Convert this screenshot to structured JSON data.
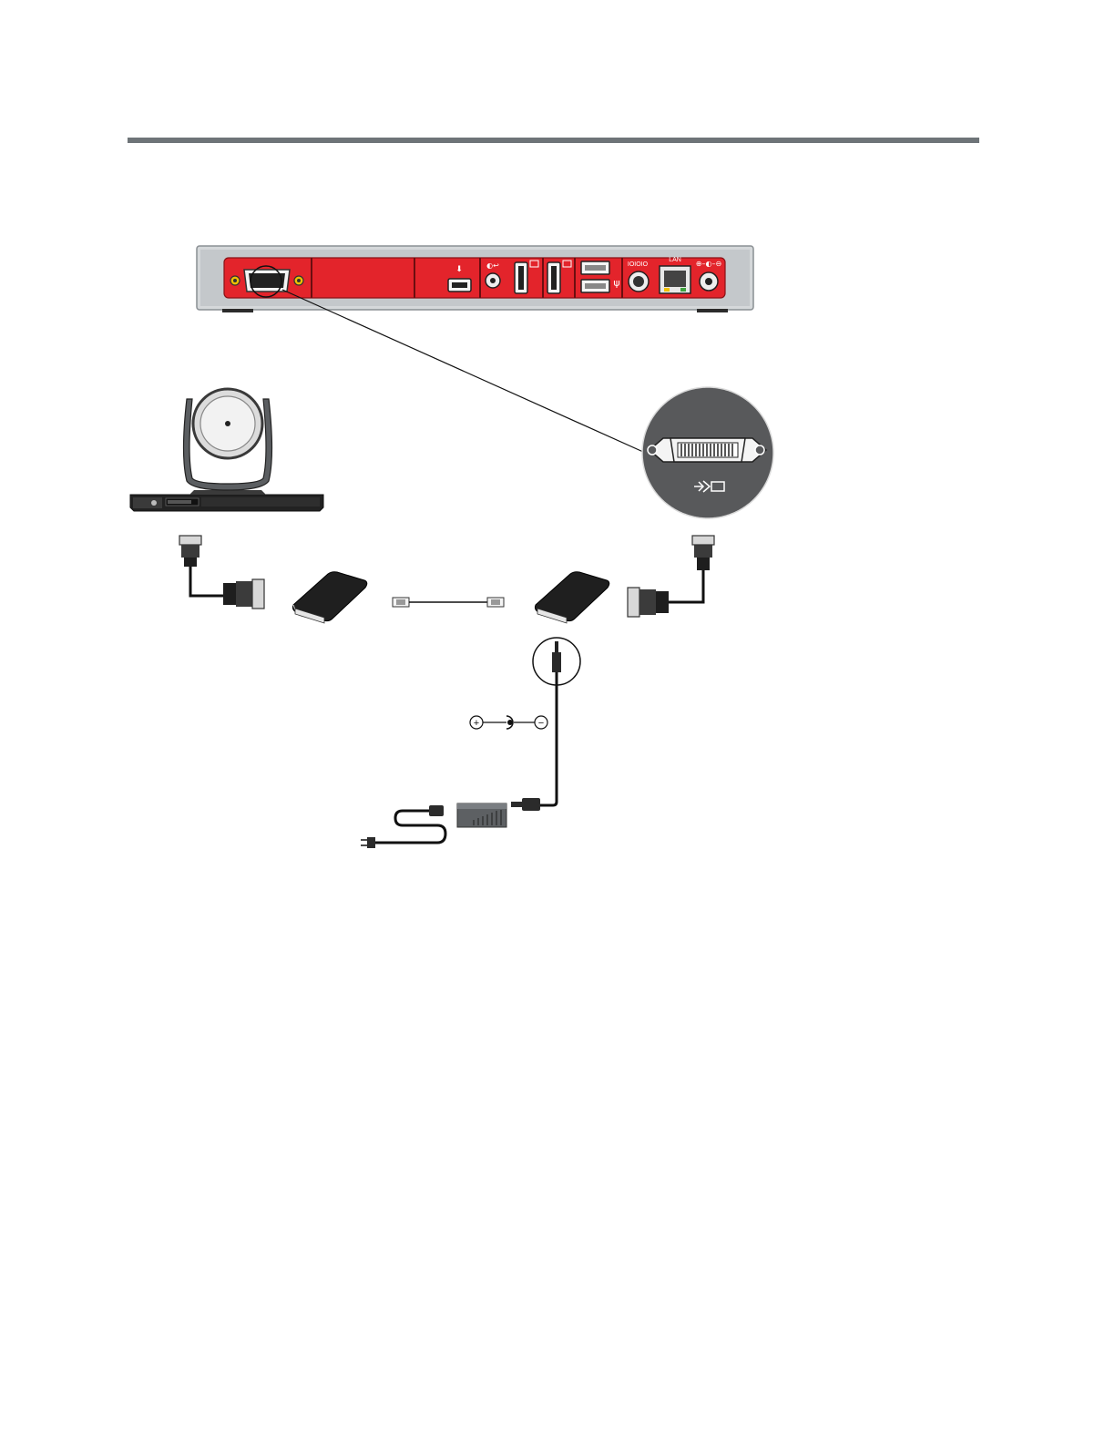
{
  "page": {
    "background": "#ffffff",
    "header_rule_color": "#6e7478"
  },
  "diagram": {
    "codec_panel_color": "#e3242b",
    "codec_chassis_color": "#c9cccf",
    "connector_callout_icon": "dvi-video-input-icon",
    "polarity_symbols": [
      "+",
      "−"
    ],
    "labels": {
      "lan": "LAN",
      "serial": "IOIOIO"
    },
    "components": [
      "codec-rear-panel",
      "ptz-camera",
      "dvi-connector-callout",
      "camera-cable",
      "extender-left",
      "network-cable",
      "extender-right",
      "codec-cable",
      "power-plug-callout",
      "polarity-diagram",
      "power-adapter",
      "ac-power-cord"
    ]
  }
}
